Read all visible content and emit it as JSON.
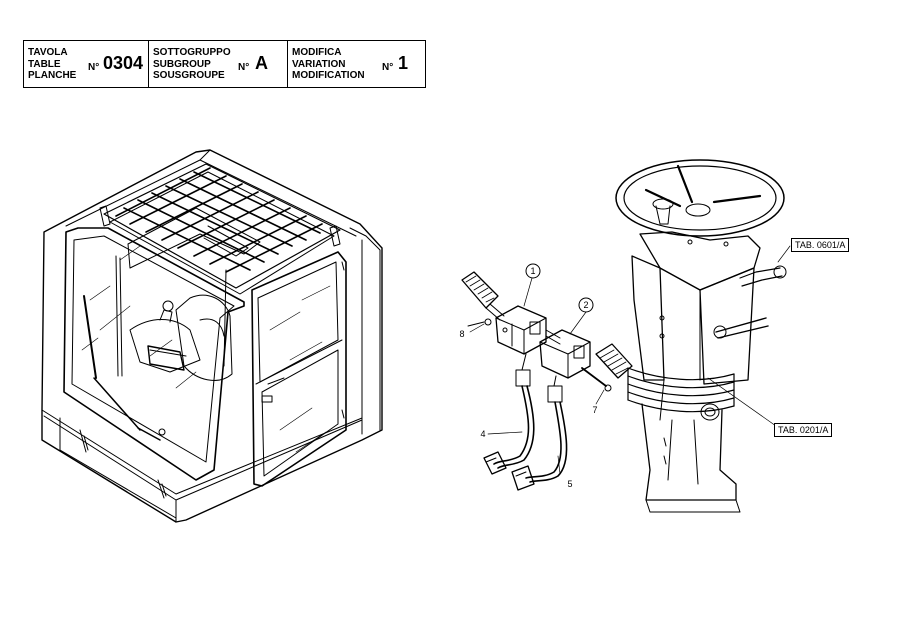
{
  "header": {
    "table_labels": [
      "TAVOLA",
      "TABLE",
      "PLANCHE"
    ],
    "table_no_prefix": "N°",
    "table_no": "0304",
    "subgroup_labels": [
      "SOTTOGRUPPO",
      "SUBGROUP",
      "SOUSGROUPE"
    ],
    "subgroup_no_prefix": "N°",
    "subgroup_no": "A",
    "modification_labels": [
      "MODIFICA",
      "VARIATION",
      "MODIFICATION"
    ],
    "modification_no_prefix": "N°",
    "modification_no": "1"
  },
  "references": {
    "ref_upper": "TAB. 0601/A",
    "ref_lower": "TAB. 0201/A"
  },
  "callouts": {
    "c1": "1",
    "c2": "2",
    "c4": "4",
    "c5": "5",
    "c7": "7",
    "c8": "8"
  }
}
